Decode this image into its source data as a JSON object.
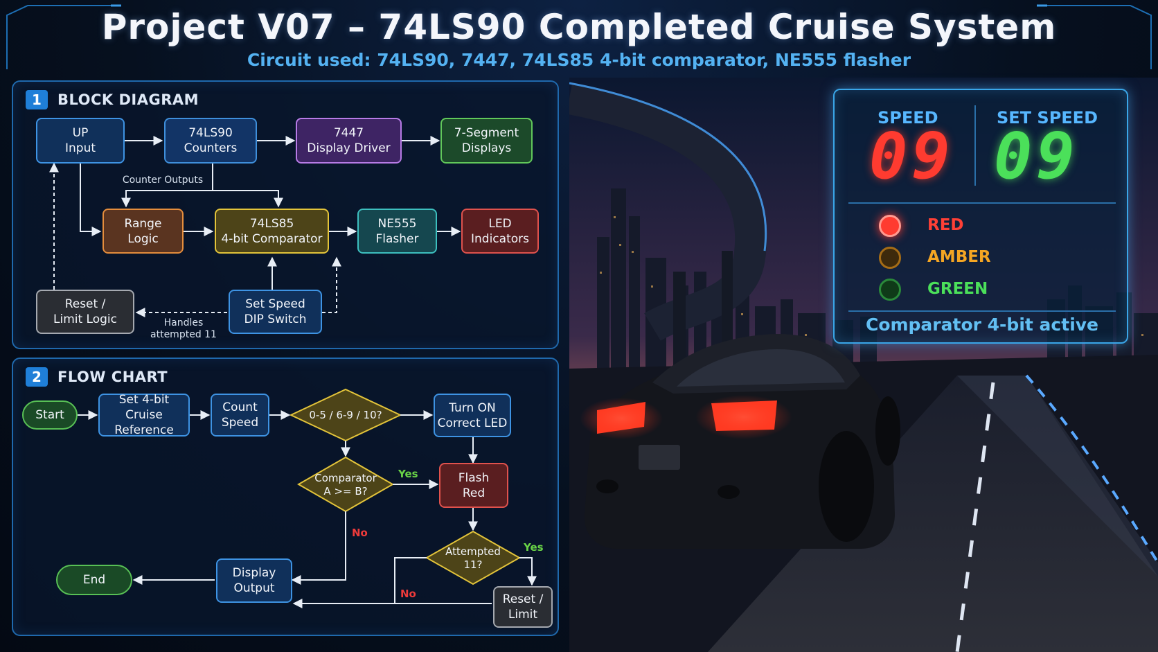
{
  "title": "Project V07 – 74LS90 Completed Cruise System",
  "subtitle": "Circuit used: 74LS90, 7447, 74LS85 4-bit comparator, NE555 flasher",
  "block_diagram": {
    "number": "1",
    "heading": "BLOCK DIAGRAM",
    "up_input": [
      "UP",
      "Input"
    ],
    "counters": [
      "74LS90",
      "Counters"
    ],
    "display_driver": [
      "7447",
      "Display Driver"
    ],
    "seven_segment": [
      "7-Segment",
      "Displays"
    ],
    "range_logic": [
      "Range",
      "Logic"
    ],
    "comparator": [
      "74LS85",
      "4-bit Comparator"
    ],
    "flasher": [
      "NE555",
      "Flasher"
    ],
    "leds": [
      "LED",
      "Indicators"
    ],
    "reset": [
      "Reset /",
      "Limit Logic"
    ],
    "dip": [
      "Set Speed",
      "DIP Switch"
    ],
    "counter_outputs_label": "Counter Outputs",
    "handles_label": [
      "Handles",
      "attempted 11"
    ]
  },
  "flow_chart": {
    "number": "2",
    "heading": "FLOW CHART",
    "start": "Start",
    "set_ref": [
      "Set 4-bit",
      "Cruise Reference"
    ],
    "count_speed": [
      "Count",
      "Speed"
    ],
    "range_check": "0-5 / 6-9 / 10?",
    "turn_on": [
      "Turn ON",
      "Correct LED"
    ],
    "compare": [
      "Comparator",
      "A >= B?"
    ],
    "yes1": "Yes",
    "flash_red": [
      "Flash",
      "Red"
    ],
    "no1": "No",
    "attempted": [
      "Attempted",
      "11?"
    ],
    "yes2": "Yes",
    "no2": "No",
    "reset_limit": [
      "Reset /",
      "Limit"
    ],
    "display_output": [
      "Display",
      "Output"
    ],
    "end": "End"
  },
  "hud": {
    "speed_label": "SPEED",
    "speed_value": "09",
    "set_speed_label": "SET SPEED",
    "set_speed_value": "09",
    "leds": [
      {
        "name": "RED",
        "color": "#ff3b30",
        "state": "on"
      },
      {
        "name": "AMBER",
        "color": "#f5a623",
        "state": "off"
      },
      {
        "name": "GREEN",
        "color": "#34d058",
        "state": "off"
      }
    ],
    "footer": "Comparator 4-bit active"
  },
  "colors": {
    "accent": "#1f7fd8",
    "speed_digits": "#ff3b30",
    "set_speed_digits": "#4be05a",
    "yes": "#69d447",
    "no": "#ef3b3b"
  }
}
